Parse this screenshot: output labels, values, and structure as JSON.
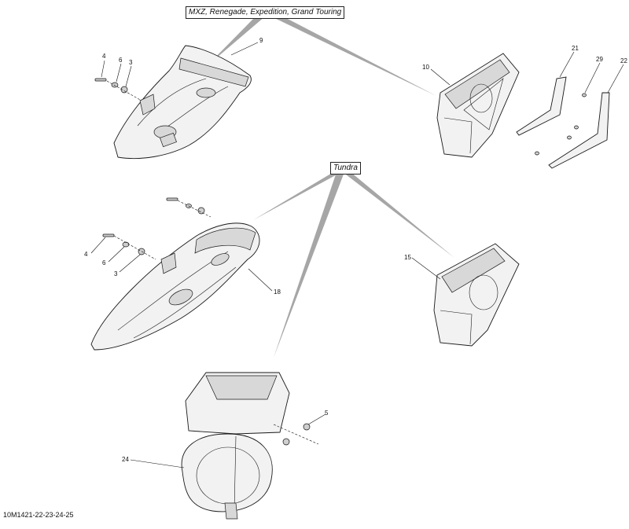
{
  "group_labels": {
    "mxz": "MXZ, Renegade, Expedition, Grand Touring",
    "tundra": "Tundra"
  },
  "callouts": {
    "c9": "9",
    "c4a": "4",
    "c6a": "6",
    "c3a": "3",
    "c10": "10",
    "c21": "21",
    "c29": "29",
    "c22": "22",
    "c4b": "4",
    "c6b": "6",
    "c3b": "3",
    "c18": "18",
    "c15": "15",
    "c5": "5",
    "c24": "24"
  },
  "reference_code": "10M1421-22-23-24-25"
}
